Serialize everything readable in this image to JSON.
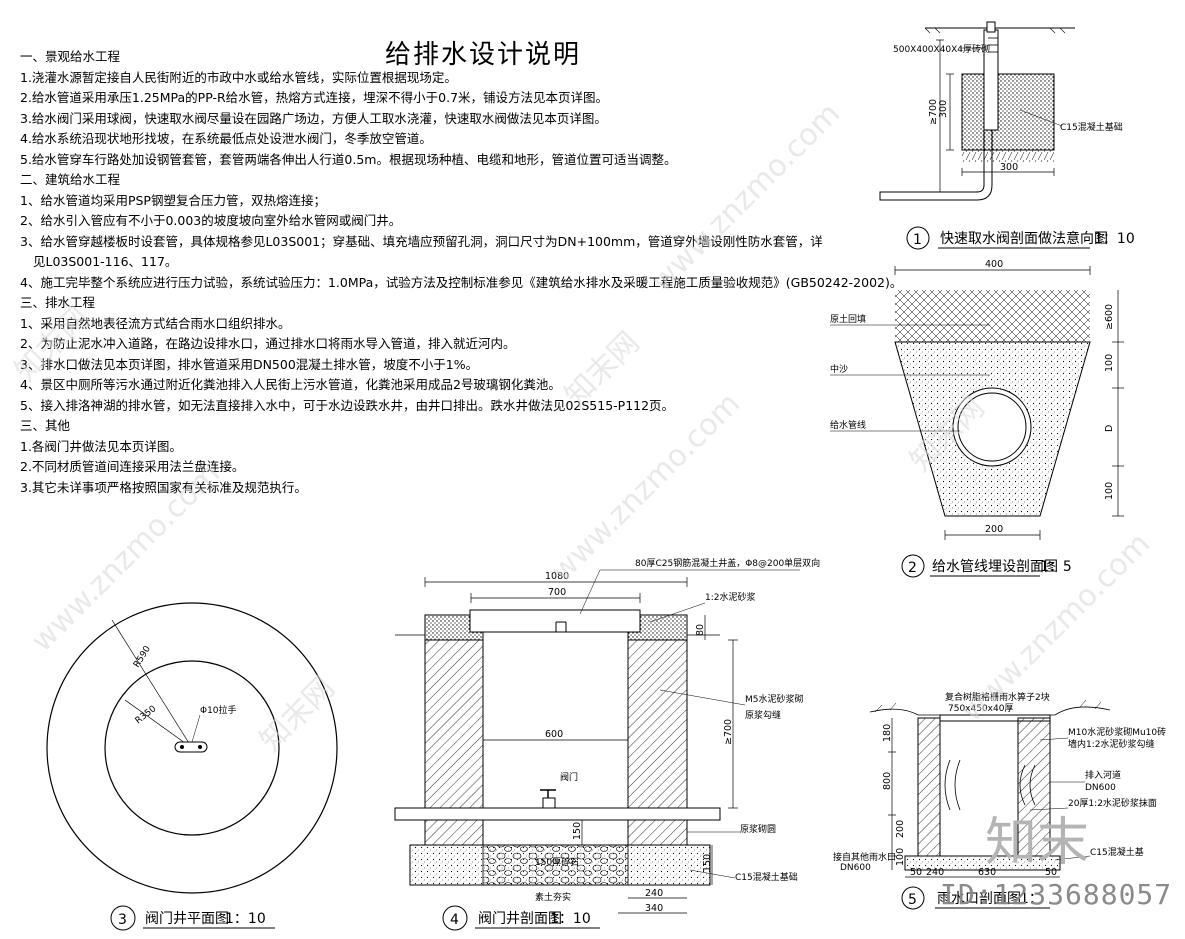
{
  "title": "给排水设计说明",
  "notes": [
    "一、景观给水工程",
    "1.浇灌水源暂定接自人民街附近的市政中水或给水管线，实际位置根据现场定。",
    "2.给水管道采用承压1.25MPa的PP-R给水管，热熔方式连接，埋深不得小于0.7米，铺设方法见本页详图。",
    "3.给水阀门采用球阀，快速取水阀尽量设在园路广场边，方便人工取水浇灌，快速取水阀做法见本页详图。",
    "4.给水系统沿现状地形找坡，在系统最低点处设泄水阀门，冬季放空管道。",
    "5.给水管穿车行路处加设钢管套管，套管两端各伸出人行道0.5m。根据现场种植、电缆和地形，管道位置可适当调整。",
    "二、建筑给水工程",
    "1、给水管道均采用PSP钢塑复合压力管，双热熔连接；",
    "2、给水引入管应有不小于0.003的坡度坡向室外给水管网或阀门井。",
    "3、给水管穿越楼板时设套管，具体规格参见L03S001；穿基础、填充墙应预留孔洞，洞口尺寸为DN+100mm，管道穿外墙设刚性防水套管，详",
    "见L03S001-116、117。",
    "4、施工完毕整个系统应进行压力试验，系统试验压力：1.0MPa，试验方法及控制标准参见《建筑给水排水及采暖工程施工质量验收规范》(GB50242-2002)。",
    "三、排水工程",
    "1、采用自然地表径流方式结合雨水口组织排水。",
    "2、为防止泥水冲入道路，在路边设排水口，通过排水口将雨水导入管道，排入就近河内。",
    "3、排水口做法见本页详图，排水管道采用DN500混凝土排水管，坡度不小于1%。",
    "4、景区中厕所等污水通过附近化粪池排入人民街上污水管道，化粪池采用成品2号玻璃钢化粪池。",
    "5、接入排洛神湖的排水管，如无法直接排入水中，可于水边设跌水井，由井口排出。跌水井做法见02S515-P112页。",
    "三、其他",
    "1.各阀门井做法见本页详图。",
    "2.不同材质管道间连接采用法兰盘连接。",
    "3.其它未详事项严格按照国家有关标准及规范执行。"
  ],
  "detail1": {
    "num": "1",
    "caption": "快速取水阀剖面做法意向图",
    "scale": "1：10",
    "box_label": "500X400X40X4厚砖砌",
    "concrete_label": "C15混凝土基础",
    "dim_700": "≥700",
    "dim_300v": "300",
    "dim_300h": "300"
  },
  "detail2": {
    "num": "2",
    "caption": "给水管线埋设剖面图",
    "scale": "1：5",
    "dim_top": "400",
    "dim_bottom": "200",
    "dim_600": "≥600",
    "dim_100a": "100",
    "dim_D": "D",
    "dim_100b": "100",
    "label_backfill": "原土回填",
    "label_sand": "中沙",
    "label_pipe": "给水管线"
  },
  "detail3": {
    "num": "3",
    "caption": "阀门井平面图",
    "scale": "1：10",
    "r1": "R590",
    "r2": "R350",
    "handle": "Φ10拉手"
  },
  "detail4": {
    "num": "4",
    "caption": "阀门井剖面图",
    "scale": "1：10",
    "dim_1080": "1080",
    "dim_700": "700",
    "dim_600": "600",
    "dim_80": "80",
    "dim_ge700": "≥700",
    "dim_150": "150",
    "dim_150b": "150",
    "dim_240": "240",
    "dim_340": "340",
    "label_cover": "80厚C25钢筋混凝土井盖，Φ8@200单层双向",
    "label_mortar": "1:2水泥砂浆",
    "label_wall": "M5水泥砂浆砌",
    "label_brick": "原浆勾缝",
    "label_valve": "阀门",
    "label_gravel": "150厚碎石",
    "label_concrete": "C15混凝土基础",
    "label_soil": "素土夯实",
    "label_wall2": "原浆砌圆"
  },
  "detail5": {
    "num": "5",
    "caption": "雨水口剖面图",
    "scale": "1：",
    "label_grate": "复合树脂格栅雨水箅子2块",
    "label_grate_size": "750x450x40厚",
    "label_wall": "M10水泥砂浆砌Mu10砖",
    "label_wall2": "墙内1:2水泥砂浆勾缝",
    "label_outlet": "排入河道",
    "label_dn": "DN600",
    "label_plaster": "20厚1:2水泥砂浆抹面",
    "label_base": "C15混凝土基",
    "label_pipe": "接自其他雨水口",
    "label_pipe_dn": "DN600",
    "dim_180": "180",
    "dim_800": "800",
    "dim_200": "200",
    "dim_100": "100",
    "dim_50a": "50",
    "dim_240": "240",
    "dim_630": "630",
    "dim_50b": "50"
  },
  "watermarks": {
    "site": "www.znzmo.com",
    "brand": "知末网",
    "logo": "知末",
    "id": "ID:1233688057"
  }
}
